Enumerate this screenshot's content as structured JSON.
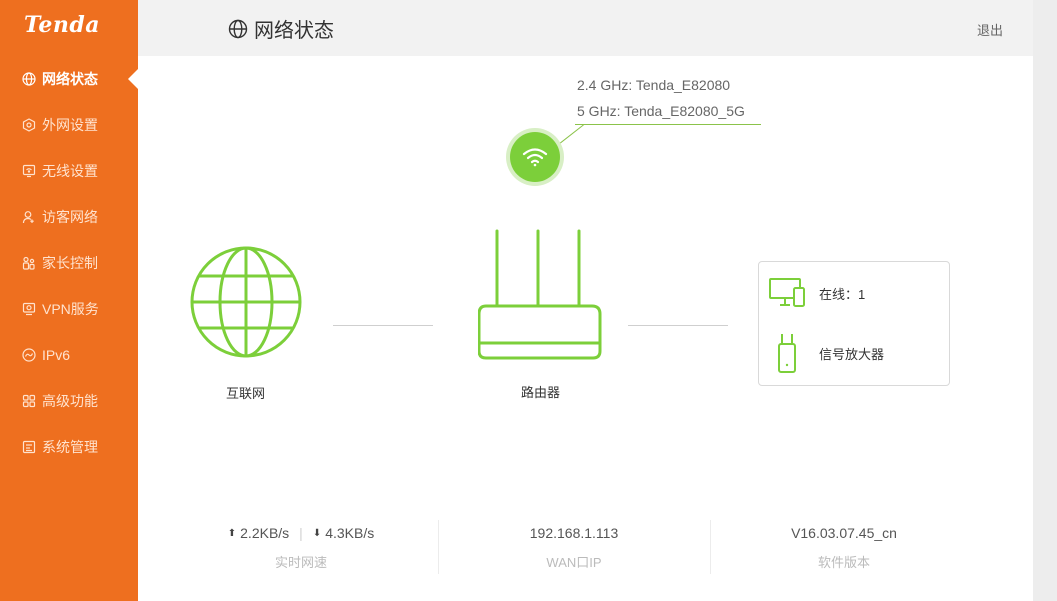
{
  "brand": {
    "logo": "Tenda",
    "accent": "#ee6f1f",
    "green": "#7ccf3a"
  },
  "sidebar": {
    "items": [
      {
        "label": "网络状态",
        "icon": "globe-icon",
        "active": true
      },
      {
        "label": "外网设置",
        "icon": "hexagon-icon"
      },
      {
        "label": "无线设置",
        "icon": "wireless-screen-icon"
      },
      {
        "label": "访客网络",
        "icon": "guest-user-icon"
      },
      {
        "label": "家长控制",
        "icon": "family-icon"
      },
      {
        "label": "VPN服务",
        "icon": "vpn-icon"
      },
      {
        "label": "IPv6",
        "icon": "ipv6-icon"
      },
      {
        "label": "高级功能",
        "icon": "grid-icon"
      },
      {
        "label": "系统管理",
        "icon": "system-icon"
      }
    ]
  },
  "header": {
    "title": "网络状态",
    "logout": "退出"
  },
  "wifi": {
    "ssid_24": "2.4 GHz: Tenda_E82080",
    "ssid_5": "5 GHz: Tenda_E82080_5G"
  },
  "topology": {
    "internet_label": "互联网",
    "router_label": "路由器",
    "online_label": "在线：1",
    "extender_label": "信号放大器"
  },
  "stats": {
    "upload": "2.2KB/s",
    "download": "4.3KB/s",
    "speed_label": "实时网速",
    "wan_ip": "192.168.1.113",
    "wan_label": "WAN口IP",
    "version": "V16.03.07.45_cn",
    "version_label": "软件版本"
  }
}
